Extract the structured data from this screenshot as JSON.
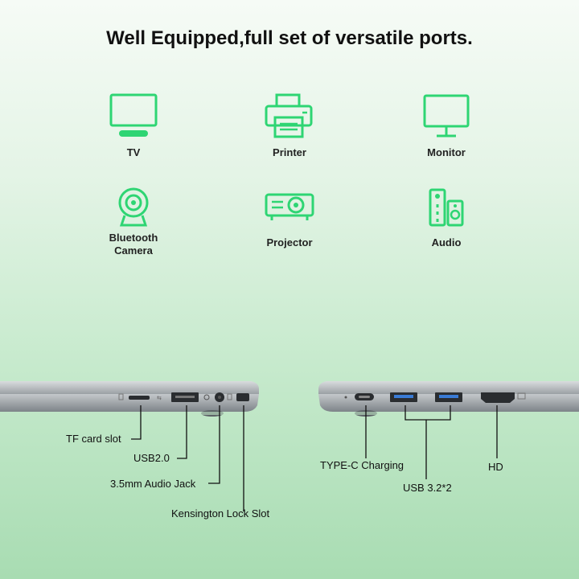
{
  "title": "Well Equipped,full set of versatile ports.",
  "accent_color": "#2ed573",
  "devices": [
    {
      "label": "TV",
      "icon": "tv-icon"
    },
    {
      "label": "Printer",
      "icon": "printer-icon"
    },
    {
      "label": "Monitor",
      "icon": "monitor-icon"
    },
    {
      "label": "Bluetooth\nCamera",
      "icon": "webcam-icon"
    },
    {
      "label": "Projector",
      "icon": "projector-icon"
    },
    {
      "label": "Audio",
      "icon": "speaker-icon"
    }
  ],
  "ports_left": [
    {
      "label": "TF card slot"
    },
    {
      "label": "USB2.0"
    },
    {
      "label": "3.5mm Audio Jack"
    },
    {
      "label": "Kensington Lock Slot"
    }
  ],
  "ports_right": [
    {
      "label": "TYPE-C Charging"
    },
    {
      "label": "USB 3.2*2"
    },
    {
      "label": "HD"
    }
  ]
}
